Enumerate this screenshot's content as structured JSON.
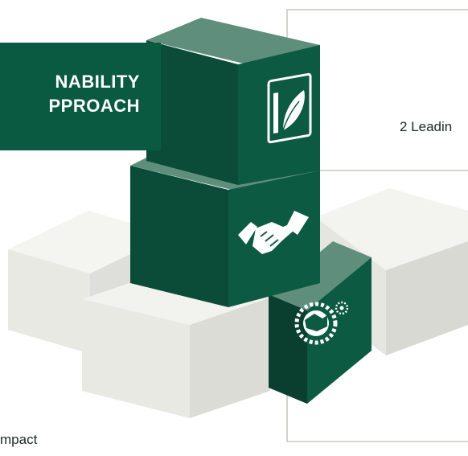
{
  "title": {
    "line1": "NABILITY",
    "line2": "PPROACH"
  },
  "callouts": {
    "top_right": "2 Leadin",
    "bottom_left": "mpact"
  },
  "icons": {
    "top_cube": "leaf-document-icon",
    "middle_cube": "handshake-icon",
    "right_cube": "gear-globe-icon"
  },
  "colors": {
    "brand_green": "#0a5a42",
    "cube_top_green": "#5f8f7c",
    "cube_side_green": "#0d4a37",
    "ghost_block": "#eeeeea",
    "connector_line": "#bcbcb2"
  }
}
